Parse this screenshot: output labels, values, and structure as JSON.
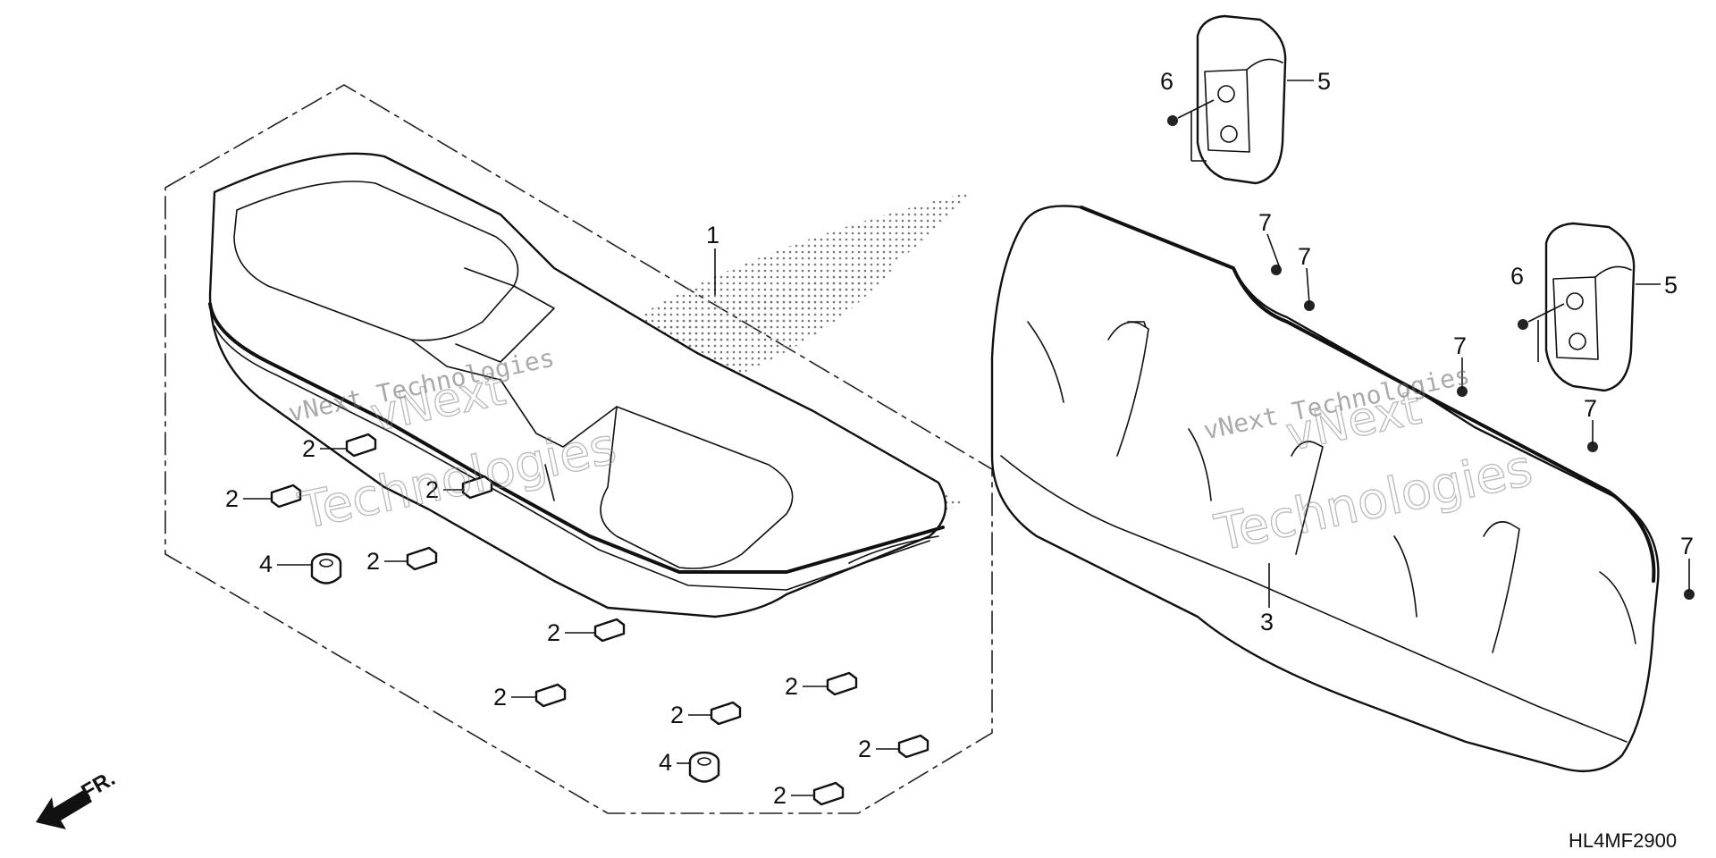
{
  "diagram": {
    "callouts": {
      "part_1": "1",
      "part_2": "2",
      "part_3": "3",
      "part_4": "4",
      "part_5": "5",
      "part_6": "6",
      "part_7": "7"
    },
    "front_arrow_label": "FR.",
    "diagram_code": "HL4MF2900",
    "watermark": {
      "line1": "vNext Technologies",
      "line2": "Technologies",
      "line3": "vNext"
    }
  }
}
